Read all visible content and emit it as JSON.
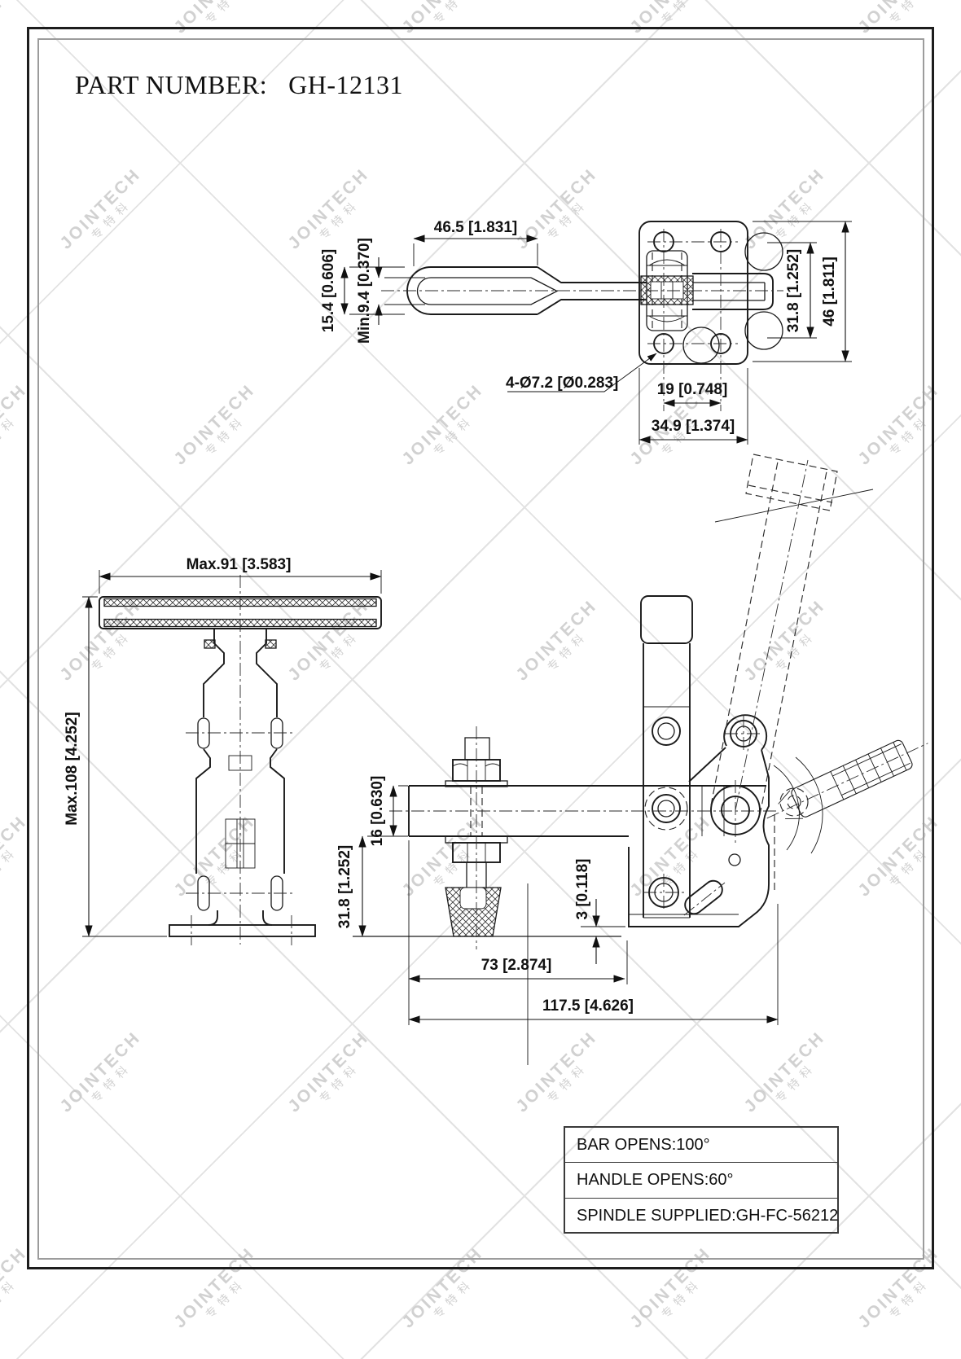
{
  "title": {
    "label": "PART NUMBER:",
    "value": "GH-12131"
  },
  "watermark": {
    "text": "JOINTECH",
    "subtext": "专特科"
  },
  "views": {
    "top_view": "Top view of clamp (handle and mounting plate)",
    "front_view": "Front view (T-bar and linkage)",
    "side_view": "Side view (bar, spindle, mounting bracket, open positions)"
  },
  "dims": {
    "top": {
      "handle_length": "46.5 [1.831]",
      "handle_width": "15.4 [0.606]",
      "handle_inner_width": "Min.9.4 [0.370]",
      "hole_pitch_vertical": "31.8 [1.252]",
      "plate_height": "46 [1.811]",
      "mounting_holes": "4-Ø7.2 [Ø0.283]",
      "hole_pitch_horizontal": "19 [0.748]",
      "plate_width": "34.9 [1.374]"
    },
    "front": {
      "max_width": "Max.91 [3.583]",
      "max_height": "Max.108 [4.252]"
    },
    "side": {
      "bar_height": "16 [0.630]",
      "bar_to_base": "31.8 [1.252]",
      "base_gap": "3 [0.118]",
      "bar_length_to_mount": "73 [2.874]",
      "overall_length": "117.5 [4.626]"
    }
  },
  "spec_table": {
    "rows": [
      "BAR OPENS:100°",
      "HANDLE OPENS:60°",
      "SPINDLE SUPPLIED:GH-FC-56212"
    ]
  }
}
